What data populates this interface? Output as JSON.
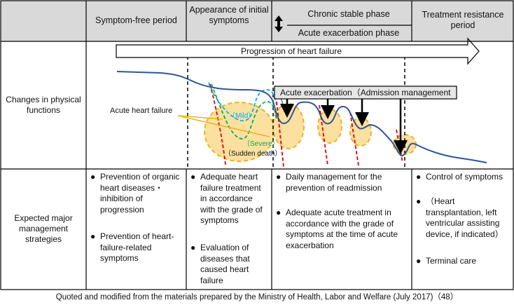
{
  "header": {
    "col0": "",
    "col1": "Symptom-free period",
    "col2": "Appearance of initial symptoms",
    "col3a": "Chronic stable phase",
    "col3b": "Acute exacerbation phase",
    "col4": "Treatment resistance period"
  },
  "rows": {
    "physical": "Changes in physical functions",
    "strategies": "Expected major management strategies"
  },
  "chart": {
    "progression_label": "Progression of heart failure",
    "acute_exacerbation_label": "Acute exacerbation（Admission management ）",
    "acute_hf_label": "Acute heart failure",
    "mild_label": "（Mild）",
    "severe_label": "（Severe）",
    "sudden_death_label": "（Sudden death）",
    "colors": {
      "curve": "#2f5597",
      "mild": "#00b0f0",
      "severe": "#00b050",
      "death": "#e00000",
      "ellipse_fill": "#fbe0a0",
      "ellipse_stroke": "#f0b020",
      "arrow_line": "#f0b020"
    }
  },
  "strategies": {
    "col1": [
      "Prevention of organic heart diseases・inhibition of progression",
      "Prevention of heart-failure-related symptoms"
    ],
    "col2": [
      "Adequate heart failure treatment in accordance with the grade of symptoms",
      "Evaluation of diseases that caused heart failure"
    ],
    "col3": [
      "Daily management for the prevention of readmission",
      "Adequate acute treatment in accordance with the grade of symptoms at the time of acute exacerbation"
    ],
    "col4": [
      "Control of symptoms",
      "（Heart transplantation, left ventricular assisting device, if indicated）",
      "Terminal care"
    ]
  },
  "footer": "Quoted and modified from the materials prepared by the Ministry of Health, Labor and Welfare (July 2017)（48）"
}
